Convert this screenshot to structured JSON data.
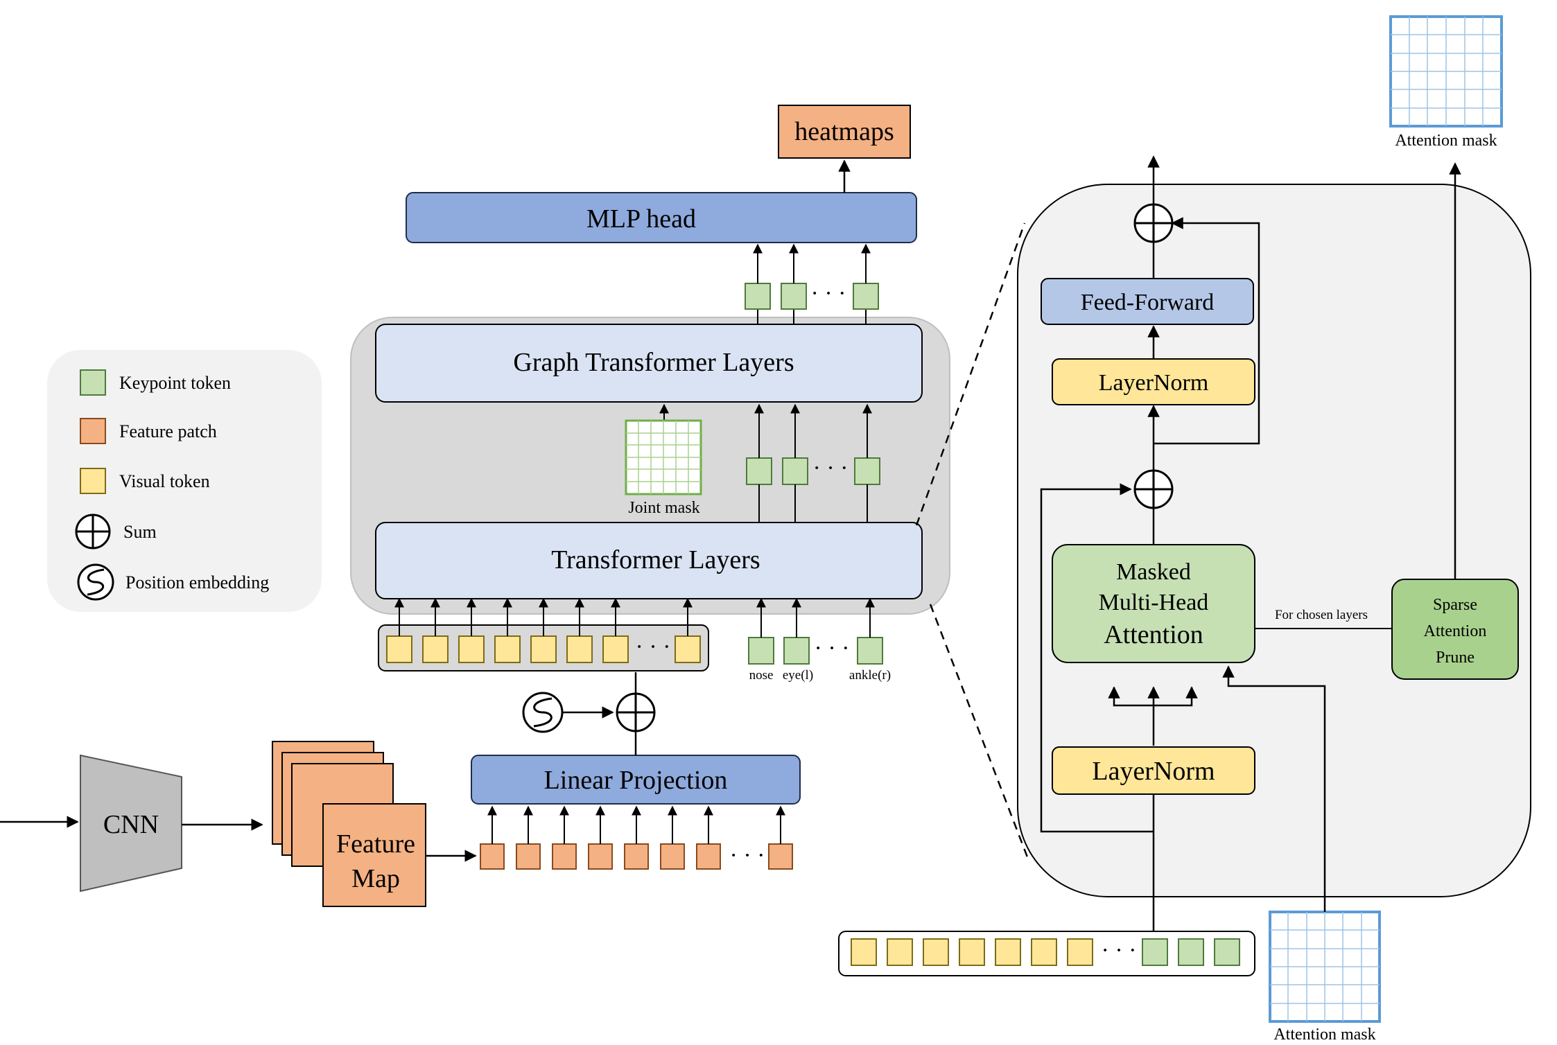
{
  "colors": {
    "keypoint": "#c6e0b4",
    "keypoint_border": "#4f7a3a",
    "feature": "#f4b183",
    "feature_border": "#8a4a1e",
    "visual": "#ffe699",
    "visual_border": "#7f6b14",
    "blue_dark": "#8faadc",
    "blue_light": "#dae3f3",
    "green_block": "#a9d18e",
    "mask_blue": "#5b9bd5",
    "mask_green": "#70ad47",
    "gray_panel": "#d9d9d9",
    "light_panel": "#f2f2f2",
    "cnn_gray": "#bfbfbf"
  },
  "legend": {
    "keypoint_token": "Keypoint token",
    "feature_patch": "Feature patch",
    "visual_token": "Visual token",
    "sum": "Sum",
    "position_embedding": "Position embedding"
  },
  "pipeline": {
    "cnn": "CNN",
    "feature_map_line1": "Feature",
    "feature_map_line2": "Map",
    "linear_projection": "Linear Projection",
    "transformer_layers": "Transformer Layers",
    "graph_transformer_layers": "Graph Transformer Layers",
    "mlp_head": "MLP head",
    "heatmaps": "heatmaps",
    "joint_mask": "Joint mask",
    "ellipsis": "· · ·",
    "keypoint_labels": [
      "nose",
      "eye(l)",
      "ankle(r)"
    ]
  },
  "block": {
    "feed_forward": "Feed-Forward",
    "layernorm_top": "LayerNorm",
    "layernorm_bottom": "LayerNorm",
    "mhsa_line1": "Masked",
    "mhsa_line2": "Multi-Head",
    "mhsa_line3": "Attention",
    "for_chosen_layers": "For chosen layers",
    "sparse_line1": "Sparse",
    "sparse_line2": "Attention",
    "sparse_line3": "Prune",
    "attention_mask_top": "Attention mask",
    "attention_mask_bottom": "Attention mask",
    "ellipsis": "· · ·"
  }
}
